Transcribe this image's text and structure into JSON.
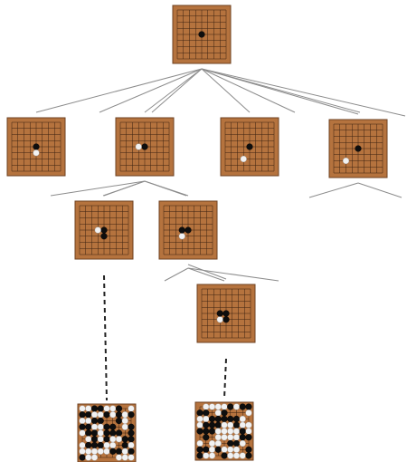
{
  "colors": {
    "board": "#b5733e",
    "board_border": "#6e4020",
    "grid": "#3b2210",
    "black_stone": "#0e0e0e",
    "white_stone": "#f2f2f2",
    "edge": "#8c8c8c",
    "rollout_edge": "#222222"
  },
  "board_size": 9,
  "nodes": [
    {
      "id": "root",
      "stones": [
        {
          "c": "b",
          "x": 4,
          "y": 4
        }
      ]
    },
    {
      "id": "a1",
      "stones": [
        {
          "c": "b",
          "x": 4,
          "y": 4
        },
        {
          "c": "w",
          "x": 4,
          "y": 5
        }
      ]
    },
    {
      "id": "a2",
      "stones": [
        {
          "c": "b",
          "x": 4,
          "y": 4
        },
        {
          "c": "w",
          "x": 3,
          "y": 4
        }
      ]
    },
    {
      "id": "a3",
      "stones": [
        {
          "c": "b",
          "x": 4,
          "y": 4
        },
        {
          "c": "w",
          "x": 3,
          "y": 6
        }
      ]
    },
    {
      "id": "a4",
      "stones": [
        {
          "c": "b",
          "x": 4,
          "y": 4
        },
        {
          "c": "w",
          "x": 2,
          "y": 6
        }
      ]
    },
    {
      "id": "b1",
      "stones": [
        {
          "c": "b",
          "x": 4,
          "y": 4
        },
        {
          "c": "w",
          "x": 3,
          "y": 4
        },
        {
          "c": "b",
          "x": 4,
          "y": 5
        }
      ]
    },
    {
      "id": "b2",
      "stones": [
        {
          "c": "b",
          "x": 4,
          "y": 4
        },
        {
          "c": "w",
          "x": 3,
          "y": 5
        },
        {
          "c": "b",
          "x": 3,
          "y": 4
        }
      ]
    },
    {
      "id": "c1",
      "stones": [
        {
          "c": "b",
          "x": 4,
          "y": 4
        },
        {
          "c": "w",
          "x": 3,
          "y": 5
        },
        {
          "c": "b",
          "x": 3,
          "y": 4
        },
        {
          "c": "b",
          "x": 4,
          "y": 5
        }
      ]
    },
    {
      "id": "r1",
      "terminal": true,
      "seed": 7
    },
    {
      "id": "r2",
      "terminal": true,
      "seed": 19
    }
  ],
  "edges": [
    {
      "from": "root",
      "to": "a1"
    },
    {
      "from": "root",
      "to": "a2"
    },
    {
      "from": "root",
      "to": "a3"
    },
    {
      "from": "root",
      "to": "a4"
    },
    {
      "from": "a2",
      "to": "b1"
    },
    {
      "from": "a2",
      "to": "b2"
    },
    {
      "from": "b2",
      "to": "c1"
    },
    {
      "from": "b1",
      "to": "r1",
      "style": "dashed"
    },
    {
      "from": "c1",
      "to": "r2",
      "style": "dashed"
    }
  ]
}
